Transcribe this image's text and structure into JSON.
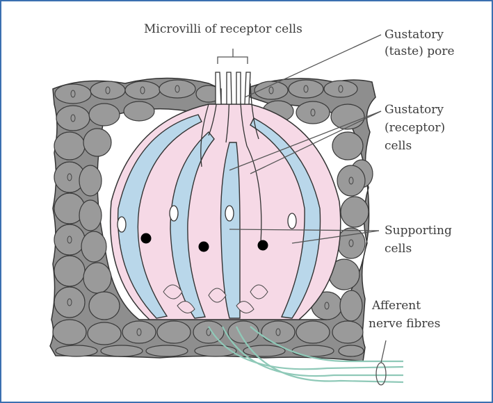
{
  "labels": {
    "microvilli": "Microvilli of receptor cells",
    "pore_line1": "Gustatory",
    "pore_line2": "(taste) pore",
    "receptor_line1": "Gustatory",
    "receptor_line2": "(receptor)",
    "receptor_line3": "cells",
    "supporting_line1": "Supporting",
    "supporting_line2": "cells",
    "nerve_line1": "Afferent",
    "nerve_line2": "nerve fibres"
  },
  "colors": {
    "frame_border": "#3a6fb0",
    "epithelium": "#8e8e8e",
    "supporting_cells": "#b9d7ea",
    "receptor_cells": "#f6d9e6",
    "nerve_fibres": "#8fc9b8",
    "nucleus": "#000000"
  }
}
